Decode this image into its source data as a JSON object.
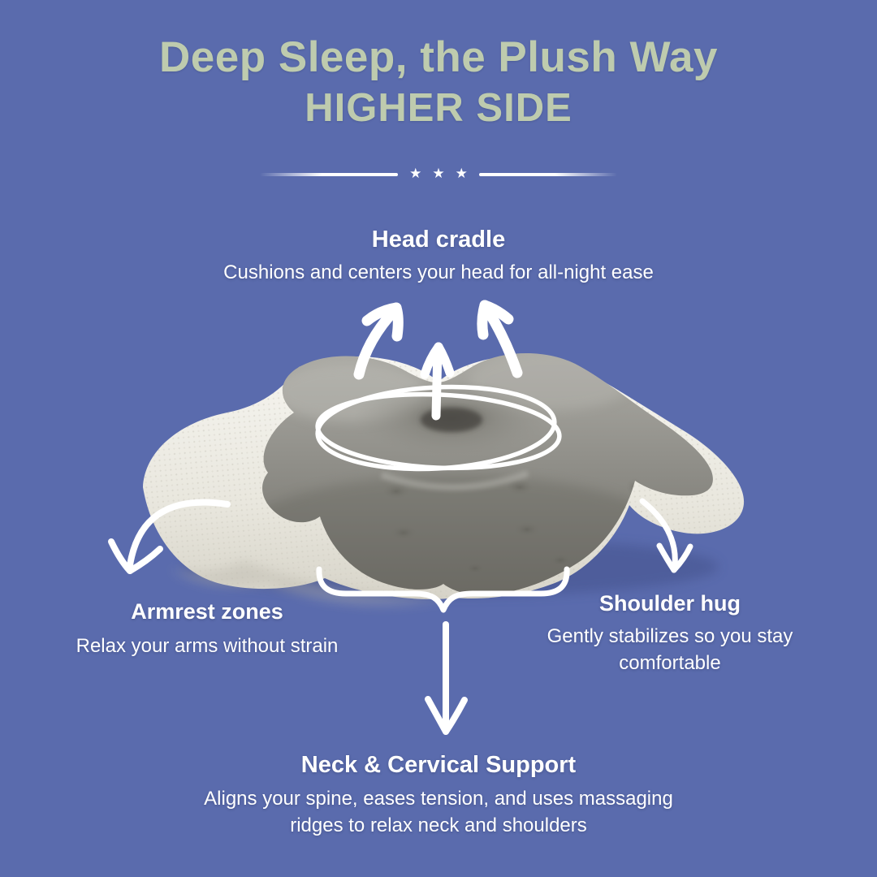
{
  "title": {
    "line1": "Deep Sleep, the Plush Way",
    "line2": "HIGHER SIDE"
  },
  "divider": {
    "star": "★"
  },
  "annotations": {
    "head_cradle": {
      "heading": "Head cradle",
      "description": "Cushions and centers your head for all-night ease"
    },
    "armrest": {
      "heading": "Armrest zones",
      "description": "Relax your arms without strain"
    },
    "shoulder": {
      "heading": "Shoulder hug",
      "description": "Gently stabilizes so you stay comfortable"
    },
    "neck": {
      "heading": "Neck & Cervical Support",
      "description": "Aligns your spine, eases tension, and uses massaging ridges to relax neck and shoulders"
    }
  },
  "colors": {
    "background": "#5A6BAD",
    "title_text": "#BECBAE",
    "body_text": "#FFFFFF",
    "pillow_gray": "#8F8E88",
    "pillow_white": "#EFEDE6"
  }
}
